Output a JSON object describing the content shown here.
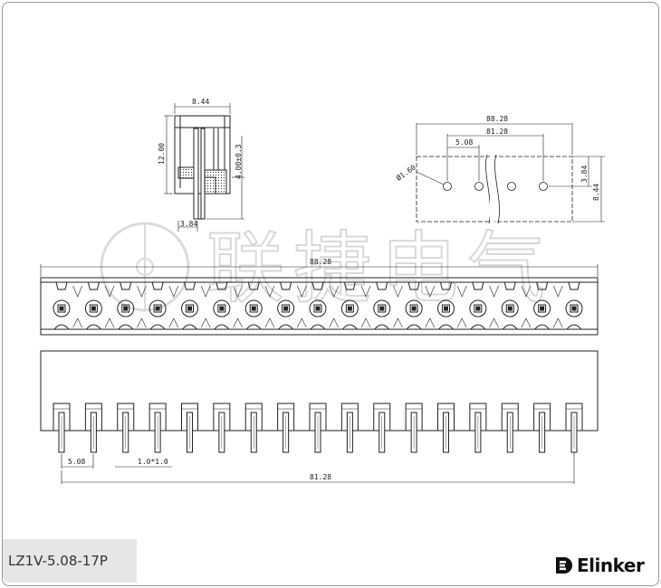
{
  "part_number": "LZ1V-5.08-17P",
  "brand": {
    "name": "Elinker"
  },
  "watermark": {
    "text": "联捷电气"
  },
  "side_view": {
    "width_label": "8.44",
    "height_label": "12.00",
    "pin_height_label": "4.00±0.3",
    "pin_offset_label": "3.84"
  },
  "footprint": {
    "overall_label": "88.28",
    "span_label": "81.28",
    "pitch_label": "5.08",
    "hole_label": "Ø1.60",
    "row_offset_label": "3.84",
    "depth_label": "8.44"
  },
  "top_view": {
    "overall_label": "88.28",
    "positions": 17
  },
  "front_view": {
    "pitch_label": "5.08",
    "pin_label": "1.0*1.0",
    "span_label": "81.28"
  },
  "colors": {
    "line": "#222222",
    "watermark": "#dcdcdc",
    "label_bg": "#e6e6e6"
  }
}
